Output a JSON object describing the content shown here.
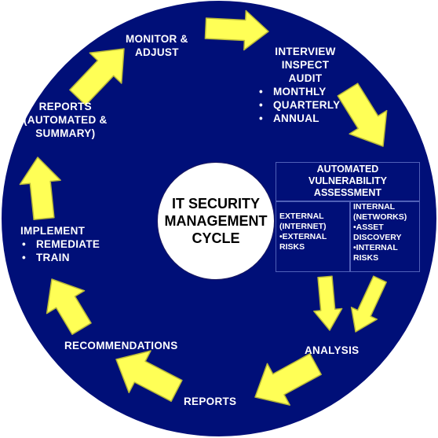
{
  "colors": {
    "circle": "#000f78",
    "arrow": "#ffff56",
    "arrow_edge": "#b8b838",
    "text": "#ffffff",
    "hub": "#ffffff"
  },
  "center": {
    "line1": "IT SECURITY",
    "line2": "MANAGEMENT",
    "line3": "CYCLE"
  },
  "monitor": {
    "line1": "MONITOR &",
    "line2": "ADJUST"
  },
  "interview": {
    "line1": "INTERVIEW",
    "line2": "INSPECT",
    "line3": "AUDIT",
    "items": [
      "MONTHLY",
      "QUARTERLY",
      "ANNUAL"
    ]
  },
  "vuln": {
    "title1": "AUTOMATED",
    "title2": "VULNERABILITY",
    "title3": "ASSESSMENT",
    "external": [
      "EXTERNAL",
      "(INTERNET)",
      "•EXTERNAL",
      "RISKS"
    ],
    "internal": [
      "INTERNAL",
      "(NETWORKS)",
      "•ASSET",
      "DISCOVERY",
      "•INTERNAL",
      "RISKS"
    ]
  },
  "analysis": "ANALYSIS",
  "reports_bottom": "REPORTS",
  "recommendations": "RECOMMENDATIONS",
  "implement": {
    "title": "IMPLEMENT",
    "items": [
      "REMEDIATE",
      "TRAIN"
    ]
  },
  "reports_left": {
    "line1": "REPORTS",
    "line2": "(AUTOMATED &",
    "line3": "SUMMARY)"
  }
}
